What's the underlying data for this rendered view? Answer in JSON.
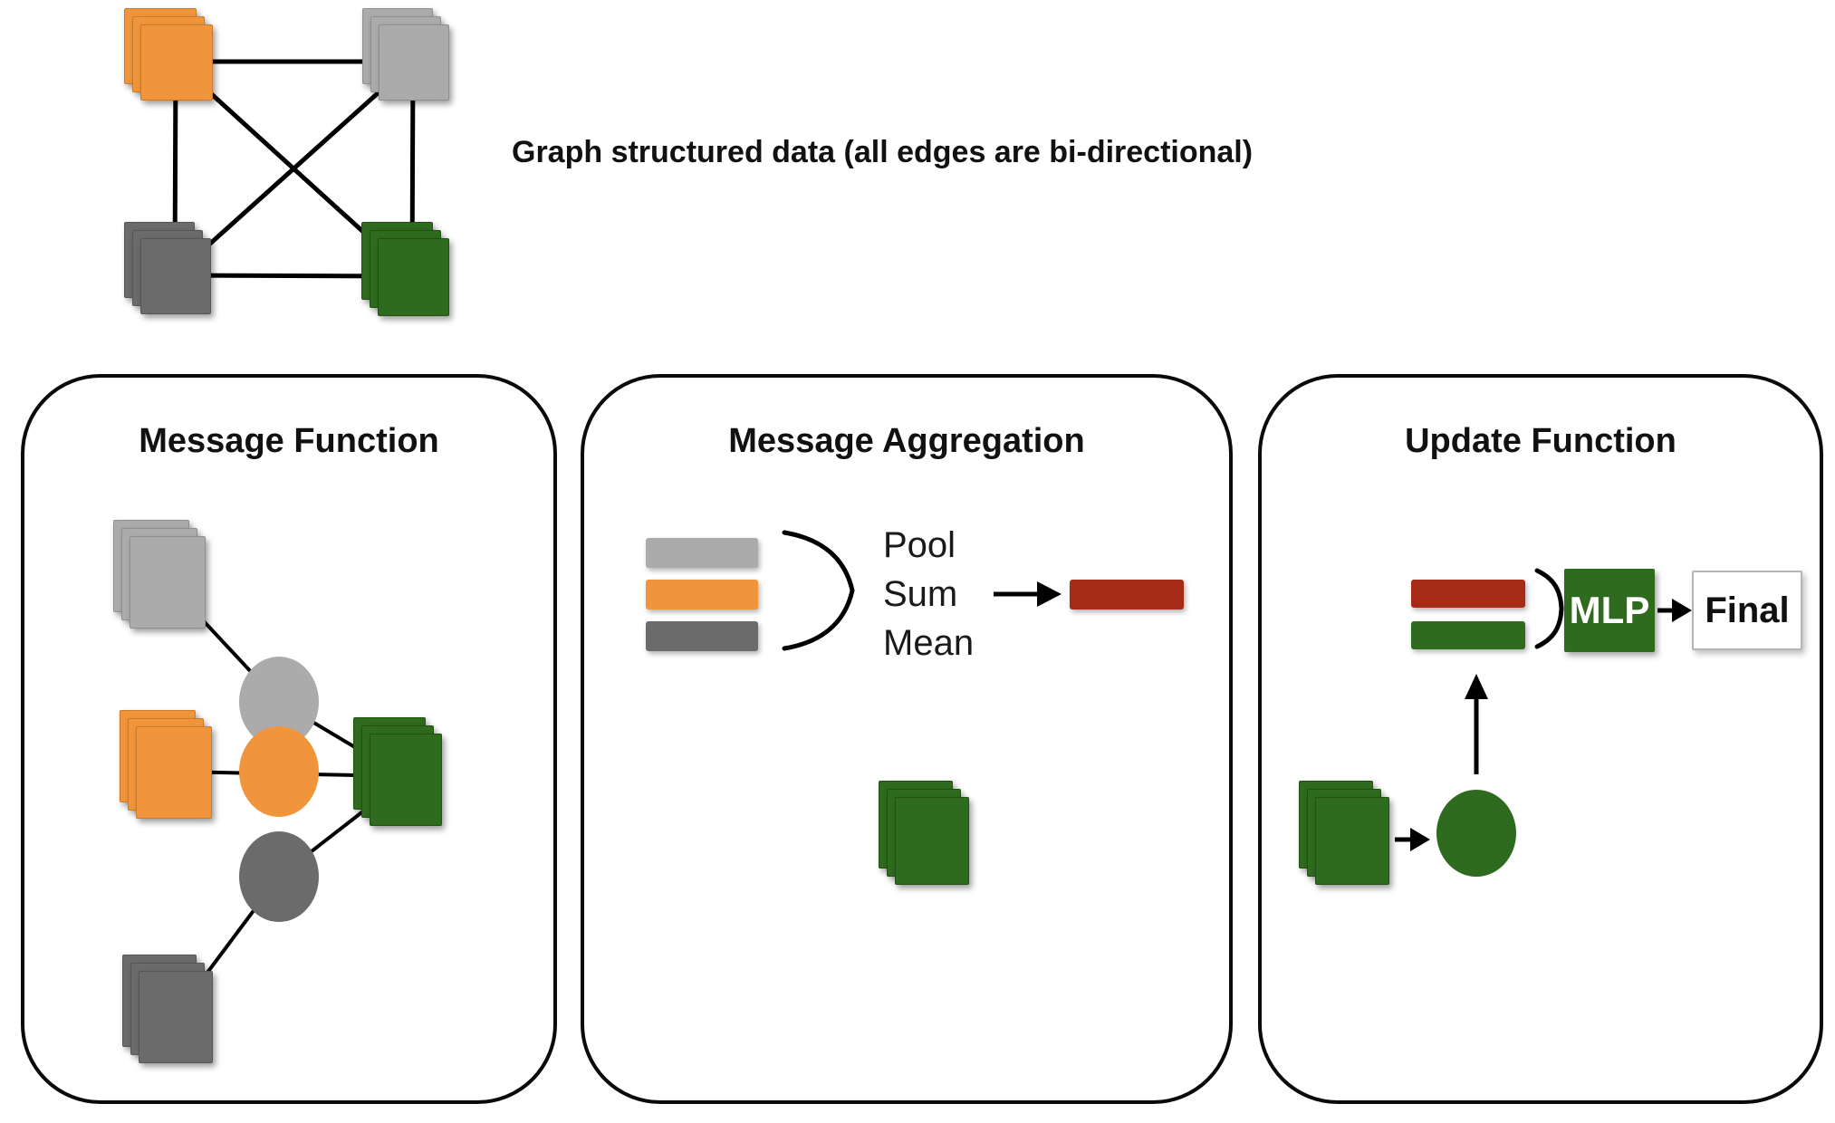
{
  "graph_header": {
    "caption": "Graph structured data (all edges are bi-directional)",
    "nodes": [
      "orange",
      "light-gray",
      "dark-gray",
      "green"
    ]
  },
  "panels": [
    {
      "title": "Message Function"
    },
    {
      "title": "Message Aggregation",
      "ops": [
        "Pool",
        "Sum",
        "Mean"
      ]
    },
    {
      "title": "Update Function",
      "mlp_label": "MLP",
      "final_label": "Final"
    }
  ],
  "colors": {
    "orange": "#F0953C",
    "light_gray": "#ABABAB",
    "dark_gray": "#6B6B6B",
    "green": "#2F6B1E",
    "red": "#A62B17",
    "line": "#000000",
    "panel_border": "#0A0A0A",
    "text": "#111111",
    "mlp_text": "#FFFFFF",
    "final_border": "#B5B5B5"
  }
}
